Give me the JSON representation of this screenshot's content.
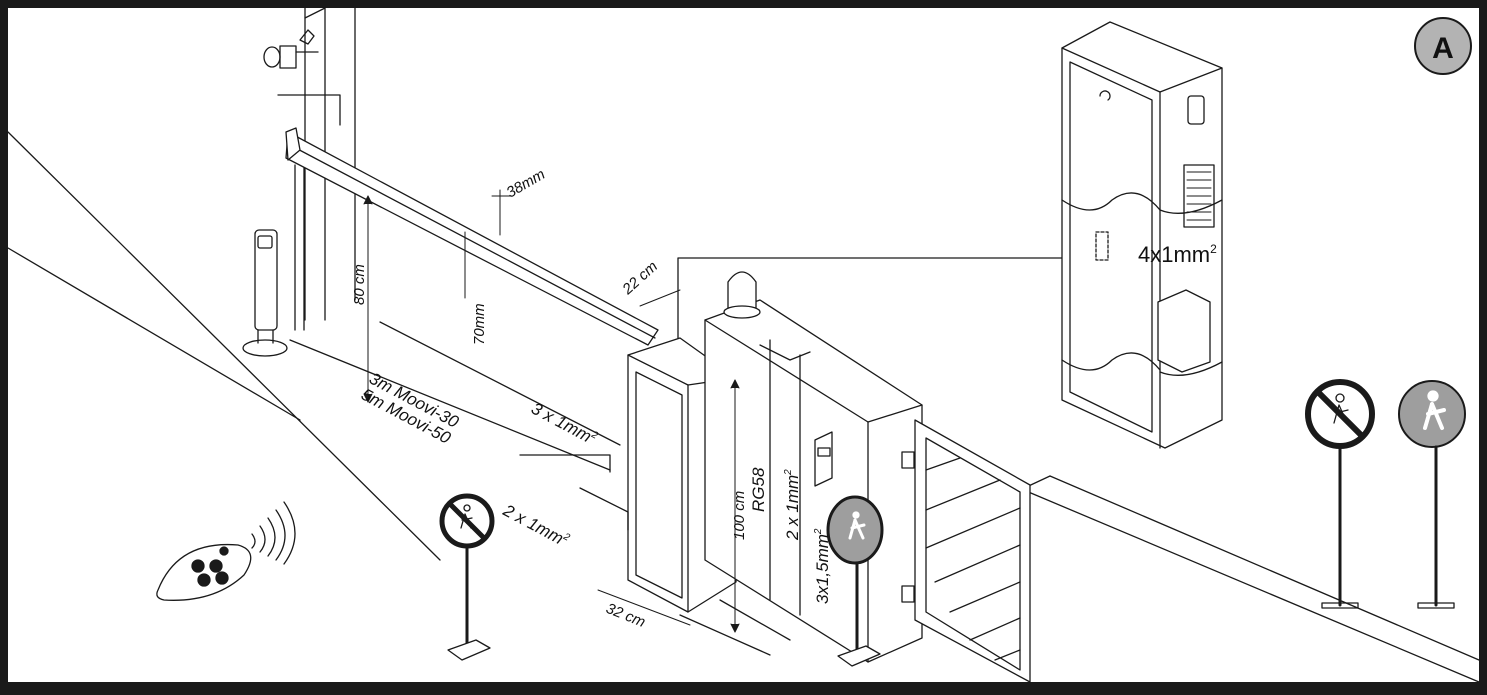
{
  "figure": {
    "badge": "A",
    "colors": {
      "frame": "#1a1a1a",
      "paper": "#ffffff",
      "ink": "#1a1a1a",
      "badge_fill": "#b3b3b3",
      "sign_grey": "#9e9e9e"
    }
  },
  "labels": {
    "beam_width": "38mm",
    "beam_height": "70mm",
    "beam_clearance": "80 cm",
    "cabinet_depth": "22 cm",
    "cabinet_width": "32 cm",
    "cabinet_height": "100 cm",
    "length_30": "3m Moovi-30",
    "length_50": "5m Moovi-50",
    "cable_photocell_prefix": "3 x 1mm",
    "cable_photocell_sup": "2",
    "cable_rx_prefix": "2 x 1mm",
    "cable_rx_sup": "2",
    "cable_antenna": "RG58",
    "cable_lamp_prefix": "2 x 1mm",
    "cable_lamp_sup": "2",
    "cable_power_prefix": "3x1,5mm",
    "cable_power_sup": "2",
    "cable_detail_prefix": "4x1mm",
    "cable_detail_sup": "2"
  },
  "icons": {
    "remote": "remote-control-icon",
    "signal": "radio-signal-icon",
    "no_pedestrian": "no-pedestrians-sign-icon",
    "pedestrian": "pedestrian-allowed-sign-icon",
    "flashing_lamp": "flashing-lamp-icon",
    "key_switch": "key-switch-icon",
    "photocell": "photocell-icon"
  }
}
